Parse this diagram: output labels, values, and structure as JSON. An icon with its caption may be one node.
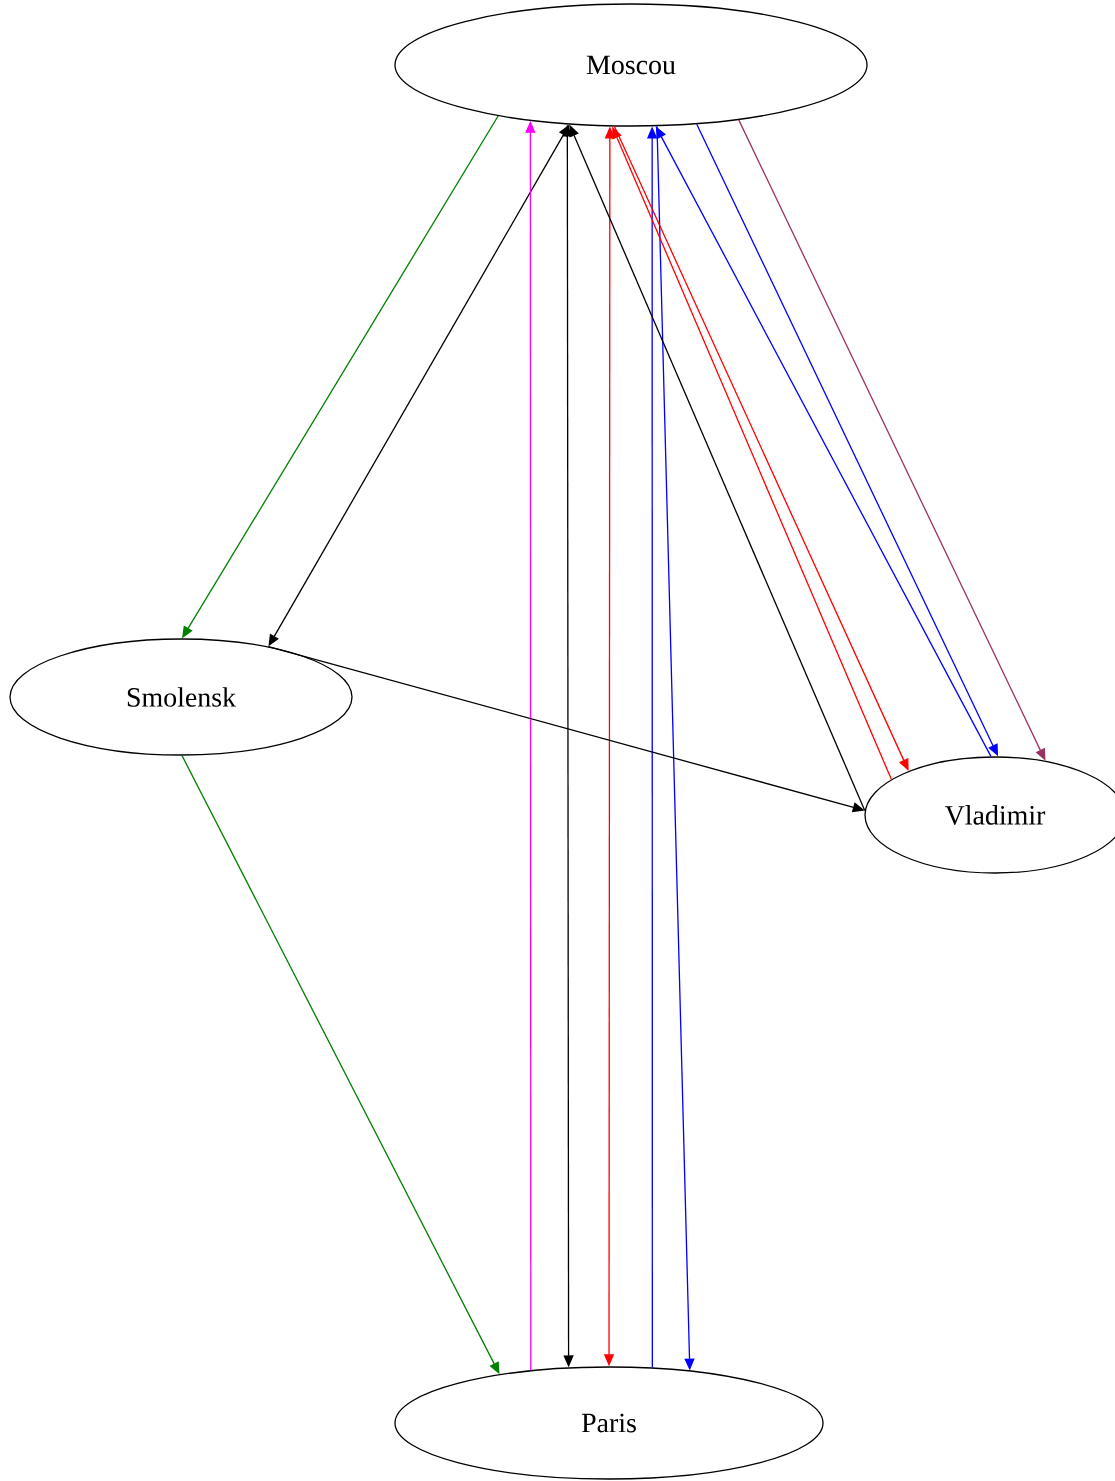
{
  "diagram": {
    "nodes": [
      {
        "text": [
          "Moscou"
        ]
      },
      {
        "text": [
          "Smolensk"
        ]
      },
      {
        "text": [
          "Vladimir"
        ]
      },
      {
        "text": [
          "Paris"
        ]
      }
    ],
    "edges": [
      {
        "from": 0,
        "to": 1,
        "arrow": "to",
        "color": "#008000"
      },
      {
        "from": 0,
        "to": 1,
        "arrow": "both"
      },
      {
        "from": 3,
        "to": 0,
        "arrow": "to",
        "color": "#ff00ff"
      },
      {
        "from": 0,
        "to": 3,
        "arrow": "both"
      },
      {
        "from": 0,
        "to": 3,
        "arrow": "both",
        "color": "#ff0000"
      },
      {
        "from": 3,
        "to": 0,
        "arrow": "to",
        "color": "#0000ff"
      },
      {
        "from": 0,
        "to": 3,
        "arrow": "to",
        "color": "#0000ff"
      },
      {
        "from": 2,
        "to": 0,
        "arrow": "to",
        "color": "#ff0000"
      },
      {
        "from": 0,
        "to": 2,
        "arrow": "to",
        "color": "#ff0000"
      },
      {
        "from": 2,
        "to": 0,
        "arrow": "to",
        "color": "#0000ff"
      },
      {
        "from": 0,
        "to": 2,
        "arrow": "to",
        "color": "#0000ff"
      },
      {
        "from": 0,
        "to": 2,
        "arrow": "to",
        "color": "#993366"
      },
      {
        "from": 2,
        "to": 0,
        "arrow": "to"
      },
      {
        "from": 1,
        "to": 2,
        "arrow": "to"
      },
      {
        "from": 1,
        "to": 3,
        "arrow": "to",
        "color": "#008000"
      }
    ]
  }
}
